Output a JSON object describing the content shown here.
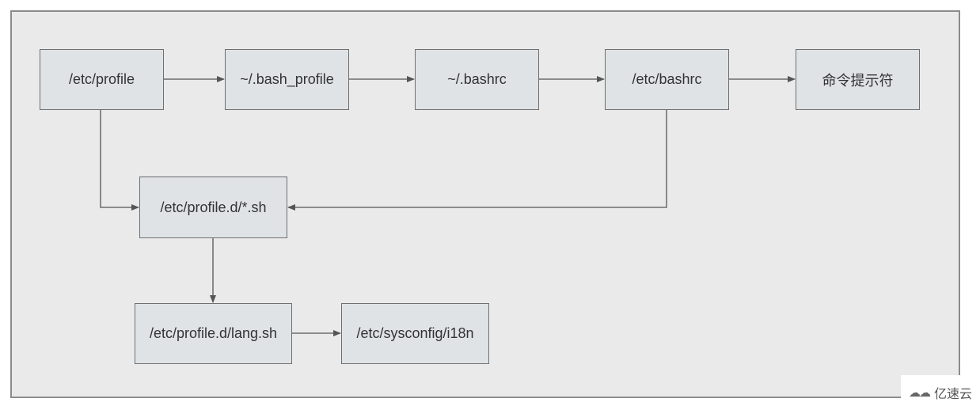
{
  "nodes": {
    "etc_profile": "/etc/profile",
    "bash_profile": "~/.bash_profile",
    "bashrc": "~/.bashrc",
    "etc_bashrc": "/etc/bashrc",
    "prompt": "命令提示符",
    "profile_d_sh": "/etc/profile.d/*.sh",
    "lang_sh": "/etc/profile.d/lang.sh",
    "i18n": "/etc/sysconfig/i18n"
  },
  "edges": [
    {
      "from": "/etc/profile",
      "to": "~/.bash_profile"
    },
    {
      "from": "~/.bash_profile",
      "to": "~/.bashrc"
    },
    {
      "from": "~/.bashrc",
      "to": "/etc/bashrc"
    },
    {
      "from": "/etc/bashrc",
      "to": "命令提示符"
    },
    {
      "from": "/etc/profile",
      "to": "/etc/profile.d/*.sh"
    },
    {
      "from": "/etc/bashrc",
      "to": "/etc/profile.d/*.sh"
    },
    {
      "from": "/etc/profile.d/*.sh",
      "to": "/etc/profile.d/lang.sh"
    },
    {
      "from": "/etc/profile.d/lang.sh",
      "to": "/etc/sysconfig/i18n"
    }
  ],
  "colors": {
    "background": "#eaeaea",
    "node_fill": "#dfe3e6",
    "node_border": "#6f6f6f",
    "arrow": "#555555"
  },
  "watermark": {
    "logo_icon": "cloud-logo-icon",
    "text": "亿速云"
  }
}
